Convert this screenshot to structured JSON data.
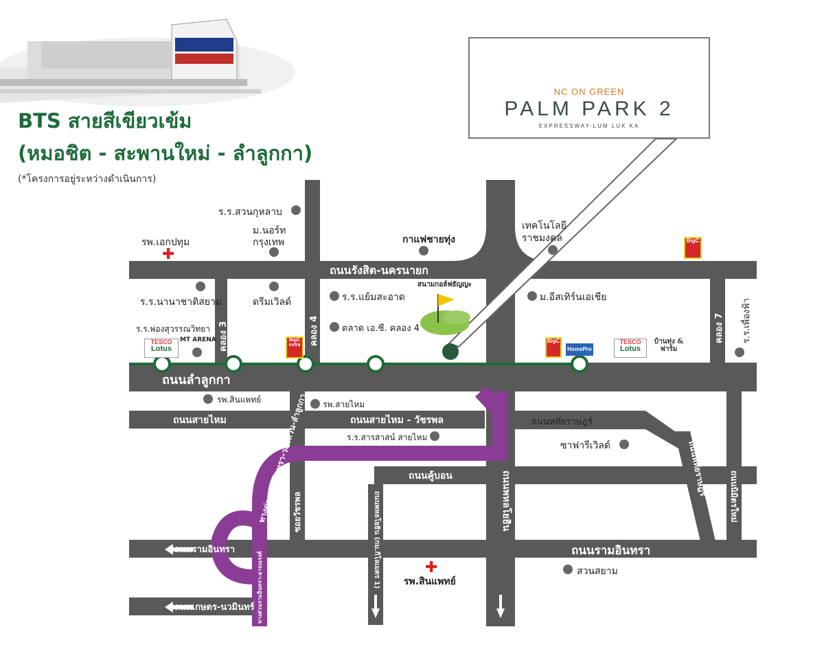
{
  "title": {
    "line1": "BTS สายสีเขียวเข้ม",
    "line2": "(หมอชิต - สะพานใหม่ - ลำลูกกา)",
    "note": "(*โครงการอยู่ระหว่างดำเนินการ)"
  },
  "brand": {
    "sub": "NC ON GREEN",
    "name": "PALM PARK 2",
    "tagline": "EXPRESSWAY-LUM LUK KA"
  },
  "roads": {
    "rangsit_nakhon_nayok": "ถนนรังสิต-นครนายก",
    "lam_luk_ka": "ถนนลำลูกกา",
    "sai_mai": "ถนนสายไหม",
    "sai_mai_watcharaphon": "ถนนสายไหม - วัชรพล",
    "hathai_rat": "ถนนหทัยราษฎร์",
    "hathai_rat_v": "ถนนหทัยราษฎร์",
    "khu_bon": "ถนนคู้บอน",
    "ram_inthra_left": "ถนนรามอินทรา",
    "ram_inthra_main": "ถนนรามอินทรา",
    "kaset_nawamin": "ถนนเกษตร-นวมินทร์",
    "khlong3": "คลอง 3",
    "khlong4": "คลอง 4",
    "khlong7": "คลอง 7",
    "soi_watcharaphon": "ซอยวัชรพล",
    "phahonyothin": "ถนนพหลโยธิน",
    "phahonyothin_km": "ถนนพหลโยธิน (กม.กิโลเมตร 1)",
    "nimit_mai": "ถนนนิมิตรใหม่",
    "expressway": "ทางด่วนรามอินทรา-วงแหวน-ลำลูกกา",
    "expressway2": "ทางด่วนรามอินทรา-อาจณรงค์"
  },
  "places": {
    "suan_kulab": "ร.ร.สวนกุหลาบ",
    "north_bkk_1": "ม.นอร์ท",
    "north_bkk_2": "กรุงเทพ",
    "ekpathum": "รพ.เอกปทุม",
    "cafe": "กาแฟชายทุ่ง",
    "tech_1": "เทคโนโลยี",
    "tech_2": "ราชมงคล",
    "nanachat": "ร.ร.นานาชาติสยาม",
    "dreamworld": "ดรีมเวิลด์",
    "yaem_sa_at": "ร.ร.แย้มสะอาด",
    "golf": "สนามกอล์ฟธัญญะ",
    "eastern_asia": "ม.อีสเทิร์นเอเชีย",
    "phuengfa": "ร.ร.เพื่องฟ้า",
    "phong_suwan": "ร.ร.พ่องสุวรรณวิทยา",
    "mt_arena": "MT ARENA",
    "talad": "ตลาด เอ.ซี. คลอง 4",
    "sinphaet_1": "รพ.สินแพทย์",
    "sai_mai_hosp": "รพ.สายไหม",
    "sarasas": "ร.ร.สารสาสน์ สายไหม",
    "safari": "ซาฟารีเวิลด์",
    "sinphaet_2": "รพ.สินแพทย์",
    "suan_siam": "สวนสยาม"
  },
  "stores": {
    "tesco1_a": "TESCO",
    "tesco1_b": "Lotus",
    "bigc_extra": "BigC extra",
    "bigc_top": "BigC",
    "bigc_mid": "BigC",
    "homepro": "HomePro",
    "tesco2_a": "TESCO",
    "tesco2_b": "Lotus",
    "baan_farm": "บ้านทุ่ง & ฟาร์ม"
  },
  "colors": {
    "road": "#595959",
    "bts": "#1e6b37",
    "expressway": "#8b3c95",
    "title": "#1d6b3a",
    "brand_orange": "#d9791e",
    "brand_green": "#2e7d4c"
  },
  "icons": {
    "hospital": "red-cross-icon",
    "golf": "golf-flag-icon",
    "project": "project-location-marker-icon",
    "train": "bts-train-icon",
    "logo": "palm-leaf-logo-icon"
  }
}
